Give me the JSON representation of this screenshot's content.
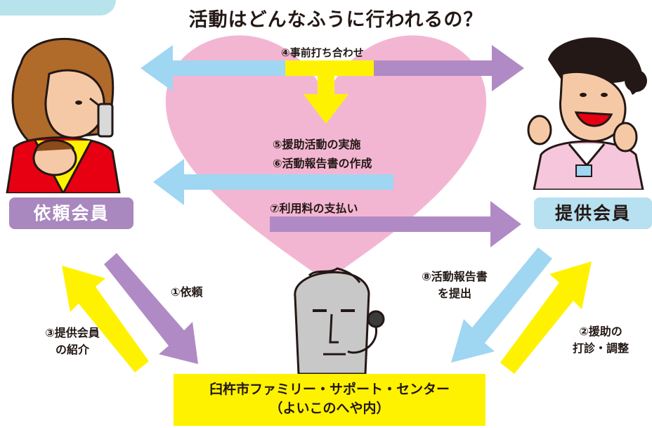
{
  "page": {
    "title": "活動はどんなふうに行われるの？"
  },
  "members": {
    "requester": "依頼会員",
    "provider": "提供会員"
  },
  "steps": {
    "s1": "①依頼",
    "s2_line1": "②援助の",
    "s2_line2": "打診・調整",
    "s3_line1": "③提供会員",
    "s3_line2": "の紹介",
    "s4": "④事前打ち合わせ",
    "s5": "⑤援助活動の実施",
    "s6": "⑥活動報告書の作成",
    "s7": "⑦利用料の支払い",
    "s8_line1": "⑧活動報告書",
    "s8_line2": "を提出"
  },
  "center": {
    "line1": "臼杵市ファミリー・サポート・センター",
    "line2": "（よいこのへや内）"
  },
  "colors": {
    "blue": "#9fd6f2",
    "yellow": "#fff200",
    "purple": "#b08ac4",
    "pink": "#f3b6d2",
    "box_purple": "#a987bf",
    "box_blue": "#b7e0f0"
  }
}
